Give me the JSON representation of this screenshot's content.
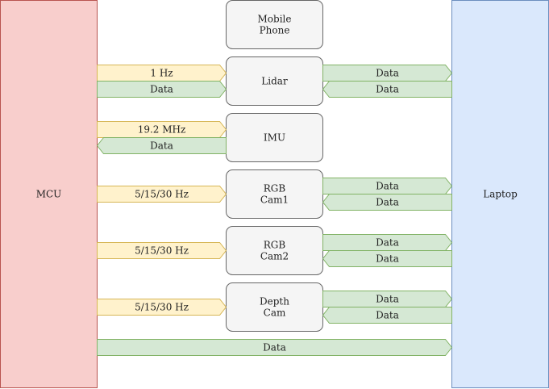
{
  "colors": {
    "mcu_fill": "#f8cecc",
    "mcu_stroke": "#b85450",
    "laptop_fill": "#dae8fc",
    "laptop_stroke": "#6c8ebf",
    "sensor_fill": "#f5f5f5",
    "sensor_stroke": "#666666",
    "trigger_fill": "#fff2cc",
    "trigger_stroke": "#d6b656",
    "data_fill": "#d5e8d4",
    "data_stroke": "#82b366"
  },
  "mcu": {
    "label": "MCU"
  },
  "laptop": {
    "label": "Laptop"
  },
  "sensors": [
    {
      "line1": "Mobile",
      "line2": "Phone"
    },
    {
      "line1": "Lidar",
      "line2": ""
    },
    {
      "line1": "IMU",
      "line2": ""
    },
    {
      "line1": "RGB",
      "line2": "Cam1"
    },
    {
      "line1": "RGB",
      "line2": "Cam2"
    },
    {
      "line1": "Depth",
      "line2": "Cam"
    }
  ],
  "links": {
    "lidar_trigger": "1 Hz",
    "lidar_data_to_mcu": "Data",
    "lidar_data_out": "Data",
    "lidar_data_in": "Data",
    "imu_trigger": "19.2 MHz",
    "imu_data_to_mcu": "Data",
    "cam1_trigger": "5/15/30 Hz",
    "cam1_data_out": "Data",
    "cam1_data_in": "Data",
    "cam2_trigger": "5/15/30 Hz",
    "cam2_data_out": "Data",
    "cam2_data_in": "Data",
    "depth_trigger": "5/15/30 Hz",
    "depth_data_out": "Data",
    "depth_data_in": "Data",
    "mcu_to_laptop": "Data"
  }
}
